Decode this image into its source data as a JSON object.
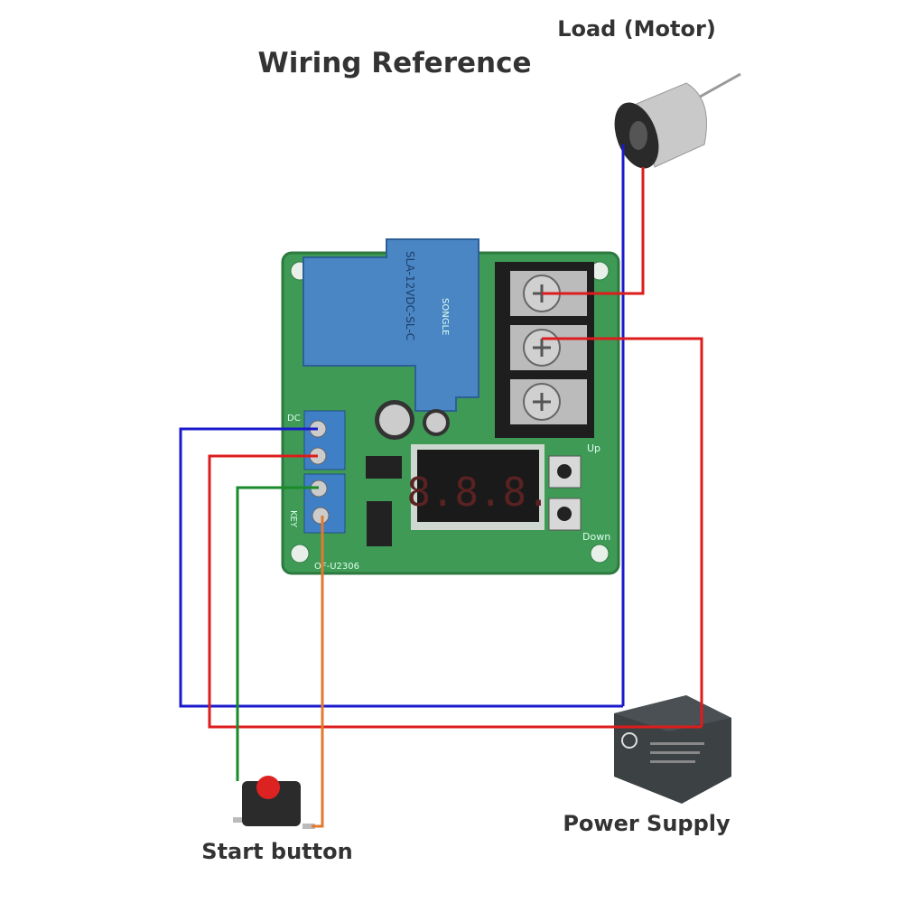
{
  "title": "Wiring Reference",
  "labels": {
    "load": "Load (Motor)",
    "power_supply": "Power Supply",
    "start_button": "Start button"
  },
  "board": {
    "relay_brand": "SONGLE",
    "relay_model": "SLA-12VDC-SL-C",
    "terminal_dc": "DC",
    "terminal_key": "KEY",
    "button_up": "Up",
    "button_down": "Down",
    "board_id": "OF-U2306",
    "display": "8.8.8."
  },
  "wire_colors": {
    "negative": "#1a1acc",
    "positive": "#dd1c1c",
    "key_a": "#1a8a2a",
    "key_b": "#e07a30"
  }
}
